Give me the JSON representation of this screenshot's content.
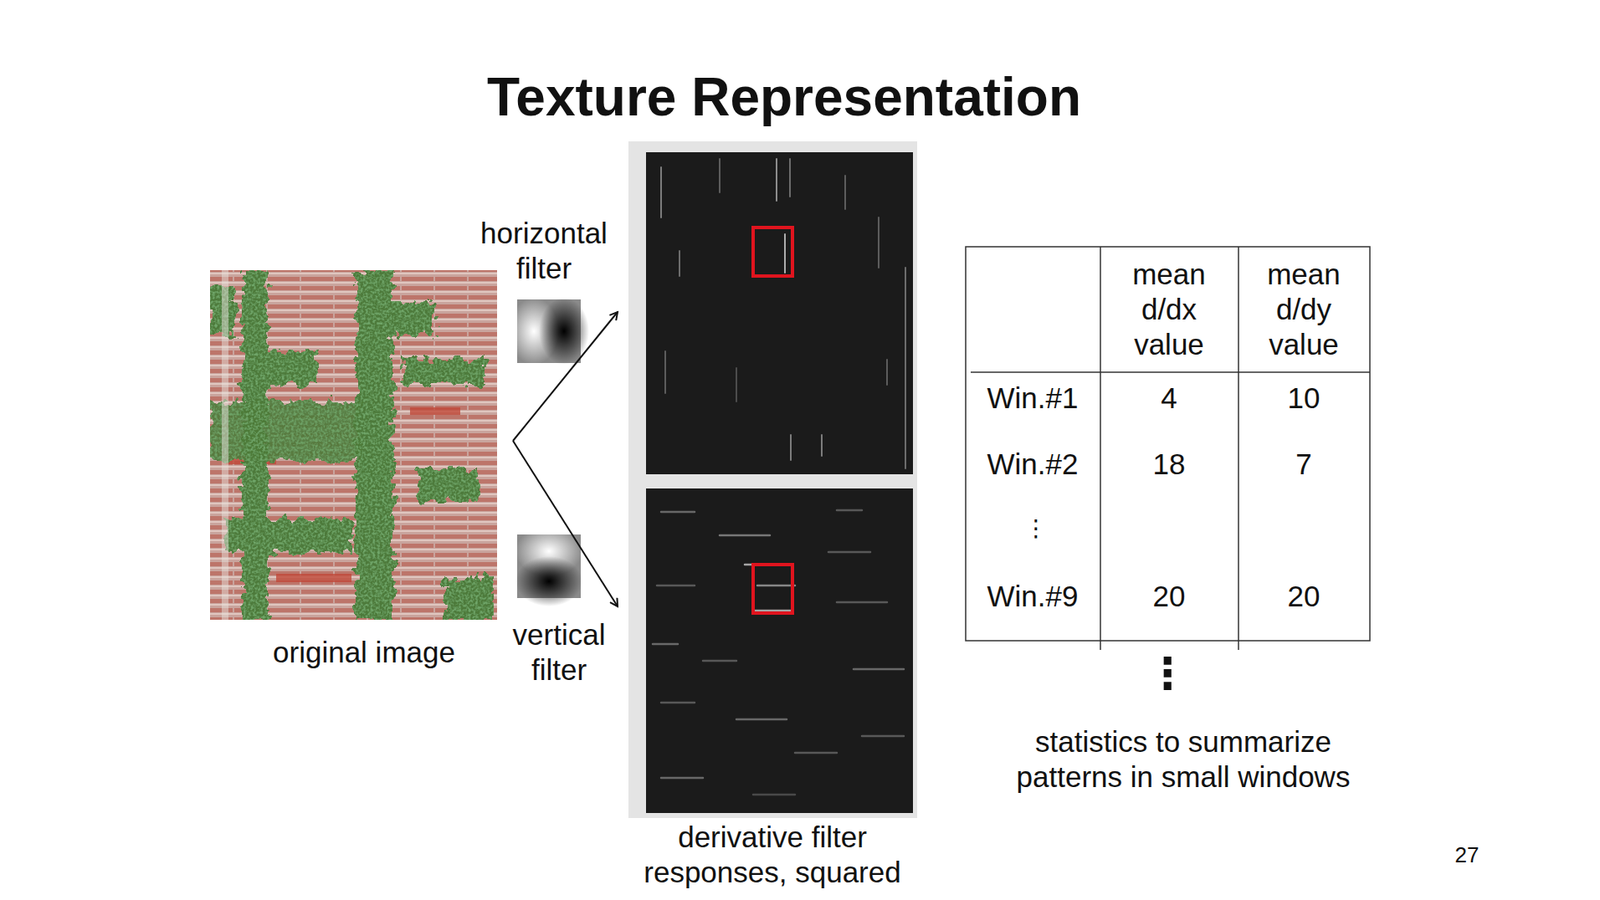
{
  "diagram": {
    "title": "Texture Representation",
    "labels": [
      "horizontal filter",
      "vertical filter",
      "original image",
      "derivative filter responses, squared",
      "mean d/dx value",
      "mean d/dy value",
      "Win.#1",
      "4",
      "10",
      "Win.#2",
      "18",
      "7",
      "⋮",
      "Win.#9",
      "20",
      "20",
      "⋮",
      "statistics to summarize patterns in small windows",
      "27"
    ]
  }
}
